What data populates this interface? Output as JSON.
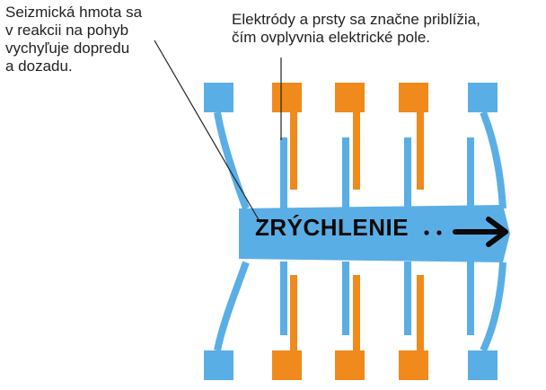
{
  "captions": {
    "left": [
      "Seizmická hmota sa",
      "v reakcii na pohyb",
      "vychyľuje dopredu",
      "a dozadu."
    ],
    "top": [
      "Elektródy a prsty sa značne priblížia,",
      "čím ovplyvnia elektrické pole."
    ]
  },
  "label": "ZRÝCHLENIE",
  "colors": {
    "mass": "#5aaee6",
    "fixed_electrode": "#f08a1c",
    "arrow": "#0a0a0a",
    "leader_line": "#222222"
  },
  "icons": {
    "direction": "right-arrow-icon",
    "motion_dots": "ellipsis-dots-icon"
  }
}
